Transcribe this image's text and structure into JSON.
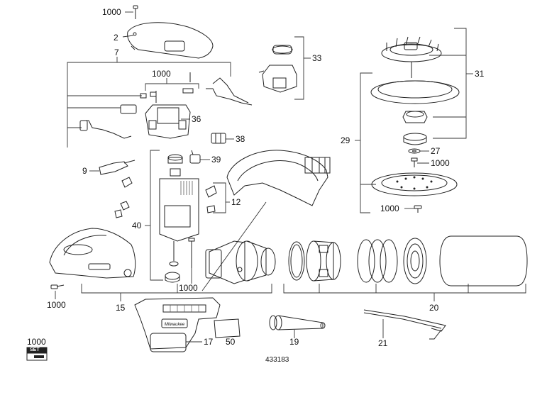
{
  "diagram": {
    "doc_number": "433183",
    "brand": "Milwaukee",
    "set_badge": {
      "count": "1000",
      "text": "SET"
    },
    "callouts": {
      "c1000_top": "1000",
      "c2": "2",
      "c7": "7",
      "c1000_mid": "1000",
      "c33": "33",
      "c31": "31",
      "c36": "36",
      "c38": "38",
      "c29": "29",
      "c27": "27",
      "c1000_right": "1000",
      "c9": "9",
      "c39": "39",
      "c12": "12",
      "c40": "40",
      "c1000_bottomright": "1000",
      "c1000_motor": "1000",
      "c1000_left": "1000",
      "c15": "15",
      "c20": "20",
      "c17": "17",
      "c50": "50",
      "c19": "19",
      "c21": "21"
    }
  }
}
